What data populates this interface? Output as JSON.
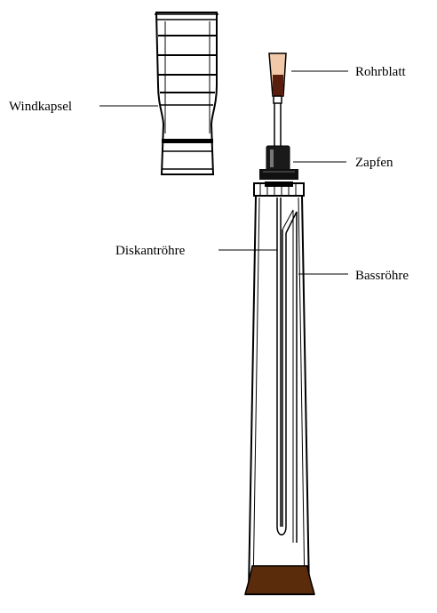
{
  "labels": {
    "windkapsel": "Windkapsel",
    "rohrblatt": "Rohrblatt",
    "zapfen": "Zapfen",
    "diskantroehre": "Diskantröhre",
    "bassroehre": "Bassröhre"
  },
  "colors": {
    "line": "#000000",
    "reed": "#f2c9a8",
    "reed_dark": "#5a1e0e",
    "boot": "#5a2c0c",
    "body_fill": "#ffffff"
  }
}
